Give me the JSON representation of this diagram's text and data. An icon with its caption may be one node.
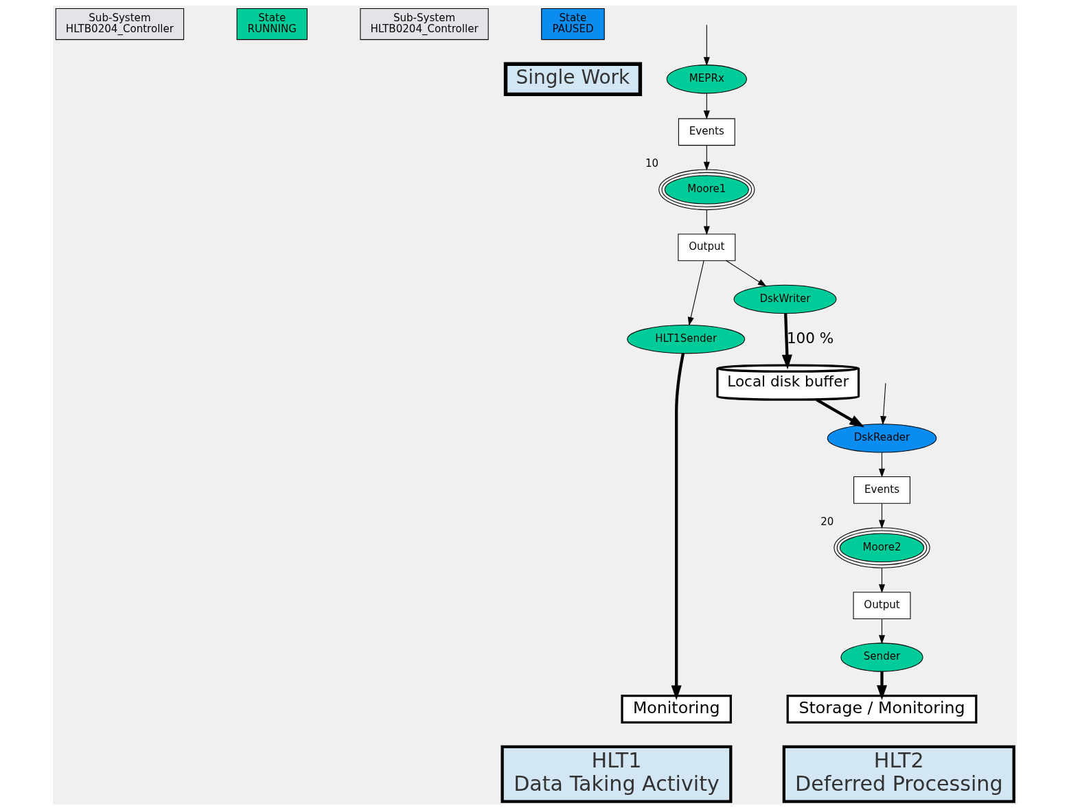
{
  "diagram": {
    "nodes": [
      {
        "text": [
          "Sub-System",
          "HLTB0204_Controller"
        ]
      },
      {
        "text": [
          "State",
          "RUNNING"
        ]
      },
      {
        "text": [
          "MEPRx"
        ]
      },
      {
        "text": [
          "Events"
        ]
      },
      {
        "text": [
          "Moore1"
        ],
        "beside": [
          "10"
        ]
      },
      {
        "text": [
          "Output"
        ]
      },
      {
        "text": [
          "HLT1Sender"
        ]
      },
      {
        "text": [
          "DskWriter"
        ]
      },
      {
        "text": [
          "Monitoring"
        ]
      },
      {
        "text": [
          "Local disk buffer"
        ]
      },
      {
        "text": [
          "Sub-System",
          "HLTB0204_Controller"
        ]
      },
      {
        "text": [
          "State",
          "PAUSED"
        ]
      },
      {
        "text": [
          "DskReader"
        ]
      },
      {
        "text": [
          "Events"
        ]
      },
      {
        "text": [
          "Moore2"
        ],
        "beside": [
          "20"
        ]
      },
      {
        "text": [
          "Output"
        ]
      },
      {
        "text": [
          "Sender"
        ]
      },
      {
        "text": [
          "Storage / Monitoring"
        ]
      },
      {
        "text": [
          "Single Work"
        ]
      },
      {
        "text": [
          "HLT1",
          "Data Taking Activity"
        ]
      },
      {
        "text": [
          "HLT2",
          "Deferred Processing"
        ]
      }
    ],
    "edges": [
      {
        "from": null,
        "to": 2,
        "arrow": "to"
      },
      {
        "from": 2,
        "to": 3,
        "arrow": "to"
      },
      {
        "from": 3,
        "to": 4,
        "arrow": "to"
      },
      {
        "from": 4,
        "to": 5,
        "arrow": "to"
      },
      {
        "from": 5,
        "to": 6,
        "arrow": "to"
      },
      {
        "from": 5,
        "to": 7,
        "arrow": "to"
      },
      {
        "from": 6,
        "to": 8,
        "arrow": "to",
        "style": "thick"
      },
      {
        "from": 7,
        "to": 9,
        "arrow": "to",
        "style": "thick",
        "label": "100 %"
      },
      {
        "from": 9,
        "to": 12,
        "arrow": "to",
        "style": "thick"
      },
      {
        "from": null,
        "to": 12,
        "arrow": "to"
      },
      {
        "from": 12,
        "to": 13,
        "arrow": "to"
      },
      {
        "from": 13,
        "to": 14,
        "arrow": "to"
      },
      {
        "from": 14,
        "to": 15,
        "arrow": "to"
      },
      {
        "from": 15,
        "to": 16,
        "arrow": "to"
      },
      {
        "from": 16,
        "to": 17,
        "arrow": "to",
        "style": "thick"
      }
    ]
  }
}
